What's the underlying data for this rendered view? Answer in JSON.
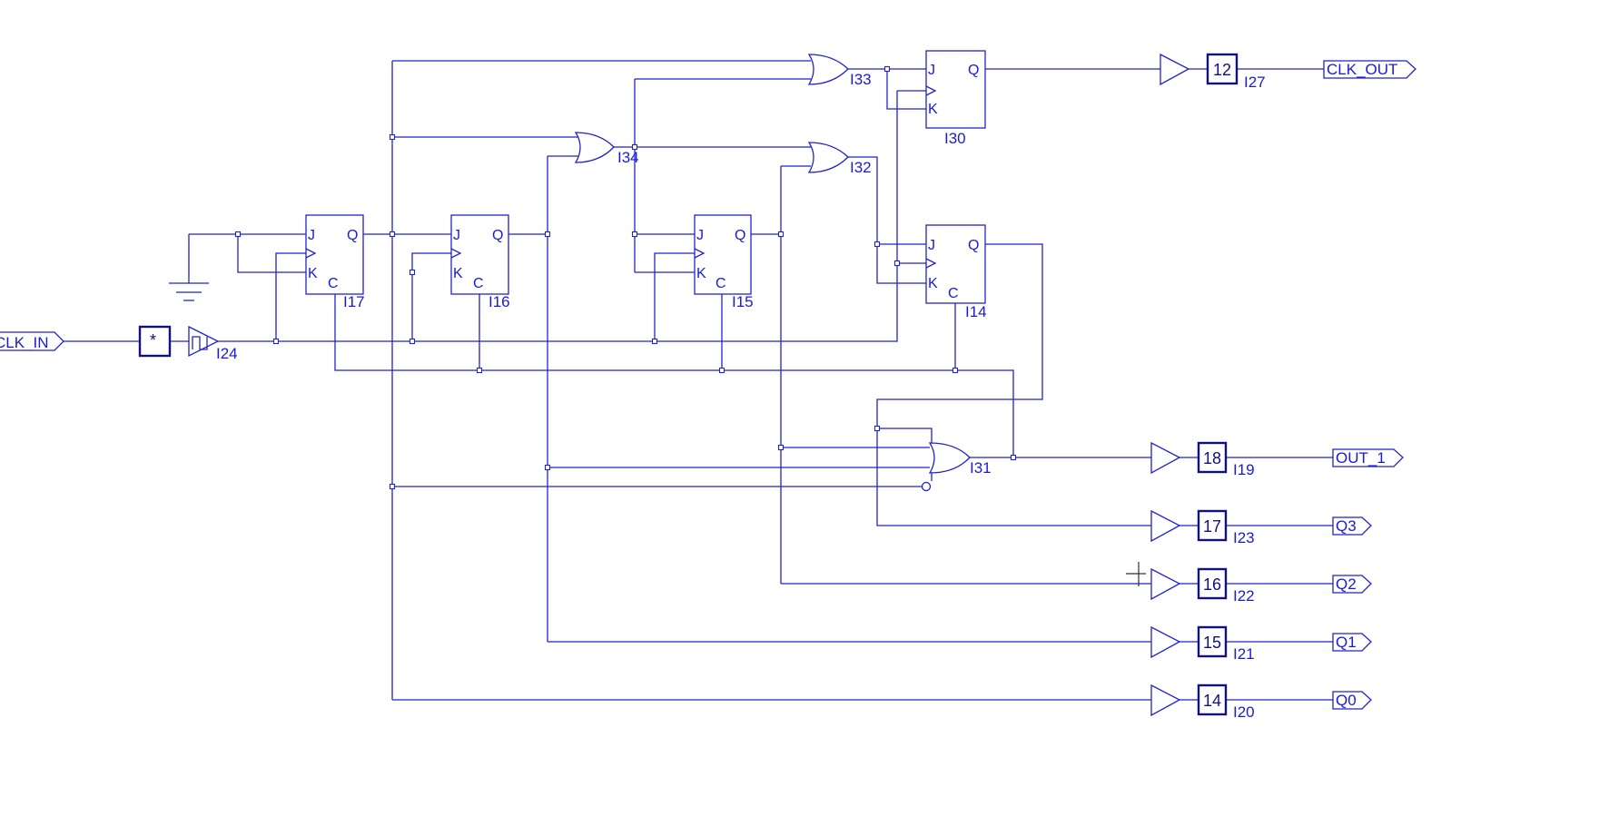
{
  "ports": {
    "clk_in": "CLK_IN",
    "clk_out": "CLK_OUT",
    "out_1": "OUT_1",
    "q3": "Q3",
    "q2": "Q2",
    "q1": "Q1",
    "q0": "Q0"
  },
  "flipflops": [
    {
      "id": "I17",
      "j": "J",
      "k": "K",
      "q": "Q",
      "c": "C"
    },
    {
      "id": "I16",
      "j": "J",
      "k": "K",
      "q": "Q",
      "c": "C"
    },
    {
      "id": "I15",
      "j": "J",
      "k": "K",
      "q": "Q",
      "c": "C"
    },
    {
      "id": "I14",
      "j": "J",
      "k": "K",
      "q": "Q",
      "c": "C"
    },
    {
      "id": "I30",
      "j": "J",
      "k": "K",
      "q": "Q"
    }
  ],
  "gates": {
    "i33": "I33",
    "i34": "I34",
    "i32": "I32",
    "i31": "I31",
    "i24": "I24"
  },
  "clock_box": "*",
  "buffers": [
    {
      "id": "I27",
      "pin": "12"
    },
    {
      "id": "I19",
      "pin": "18"
    },
    {
      "id": "I23",
      "pin": "17"
    },
    {
      "id": "I22",
      "pin": "16"
    },
    {
      "id": "I21",
      "pin": "15"
    },
    {
      "id": "I20",
      "pin": "14"
    }
  ],
  "colors": {
    "wire": "#2222cc",
    "box": "#101080",
    "background": "#ffffff"
  }
}
